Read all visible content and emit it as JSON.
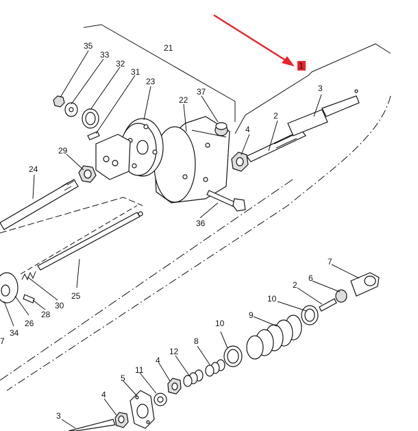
{
  "callout": {
    "number": "1",
    "color": "#e8242a"
  },
  "labels": {
    "l1": "1",
    "l2a": "2",
    "l2b": "2",
    "l3a": "3",
    "l3b": "3",
    "l4a": "4",
    "l4b": "4",
    "l4c": "4",
    "l5": "5",
    "l6": "6",
    "l7a": "7",
    "l7b": "7",
    "l8": "8",
    "l9": "9",
    "l10a": "10",
    "l10b": "10",
    "l11": "11",
    "l12": "12",
    "l21": "21",
    "l22": "22",
    "l23": "23",
    "l24": "24",
    "l25": "25",
    "l26": "26",
    "l28": "28",
    "l29": "29",
    "l30": "30",
    "l31": "31",
    "l32": "32",
    "l33": "33",
    "l34": "34",
    "l35": "35",
    "l36": "36",
    "l37": "37"
  }
}
